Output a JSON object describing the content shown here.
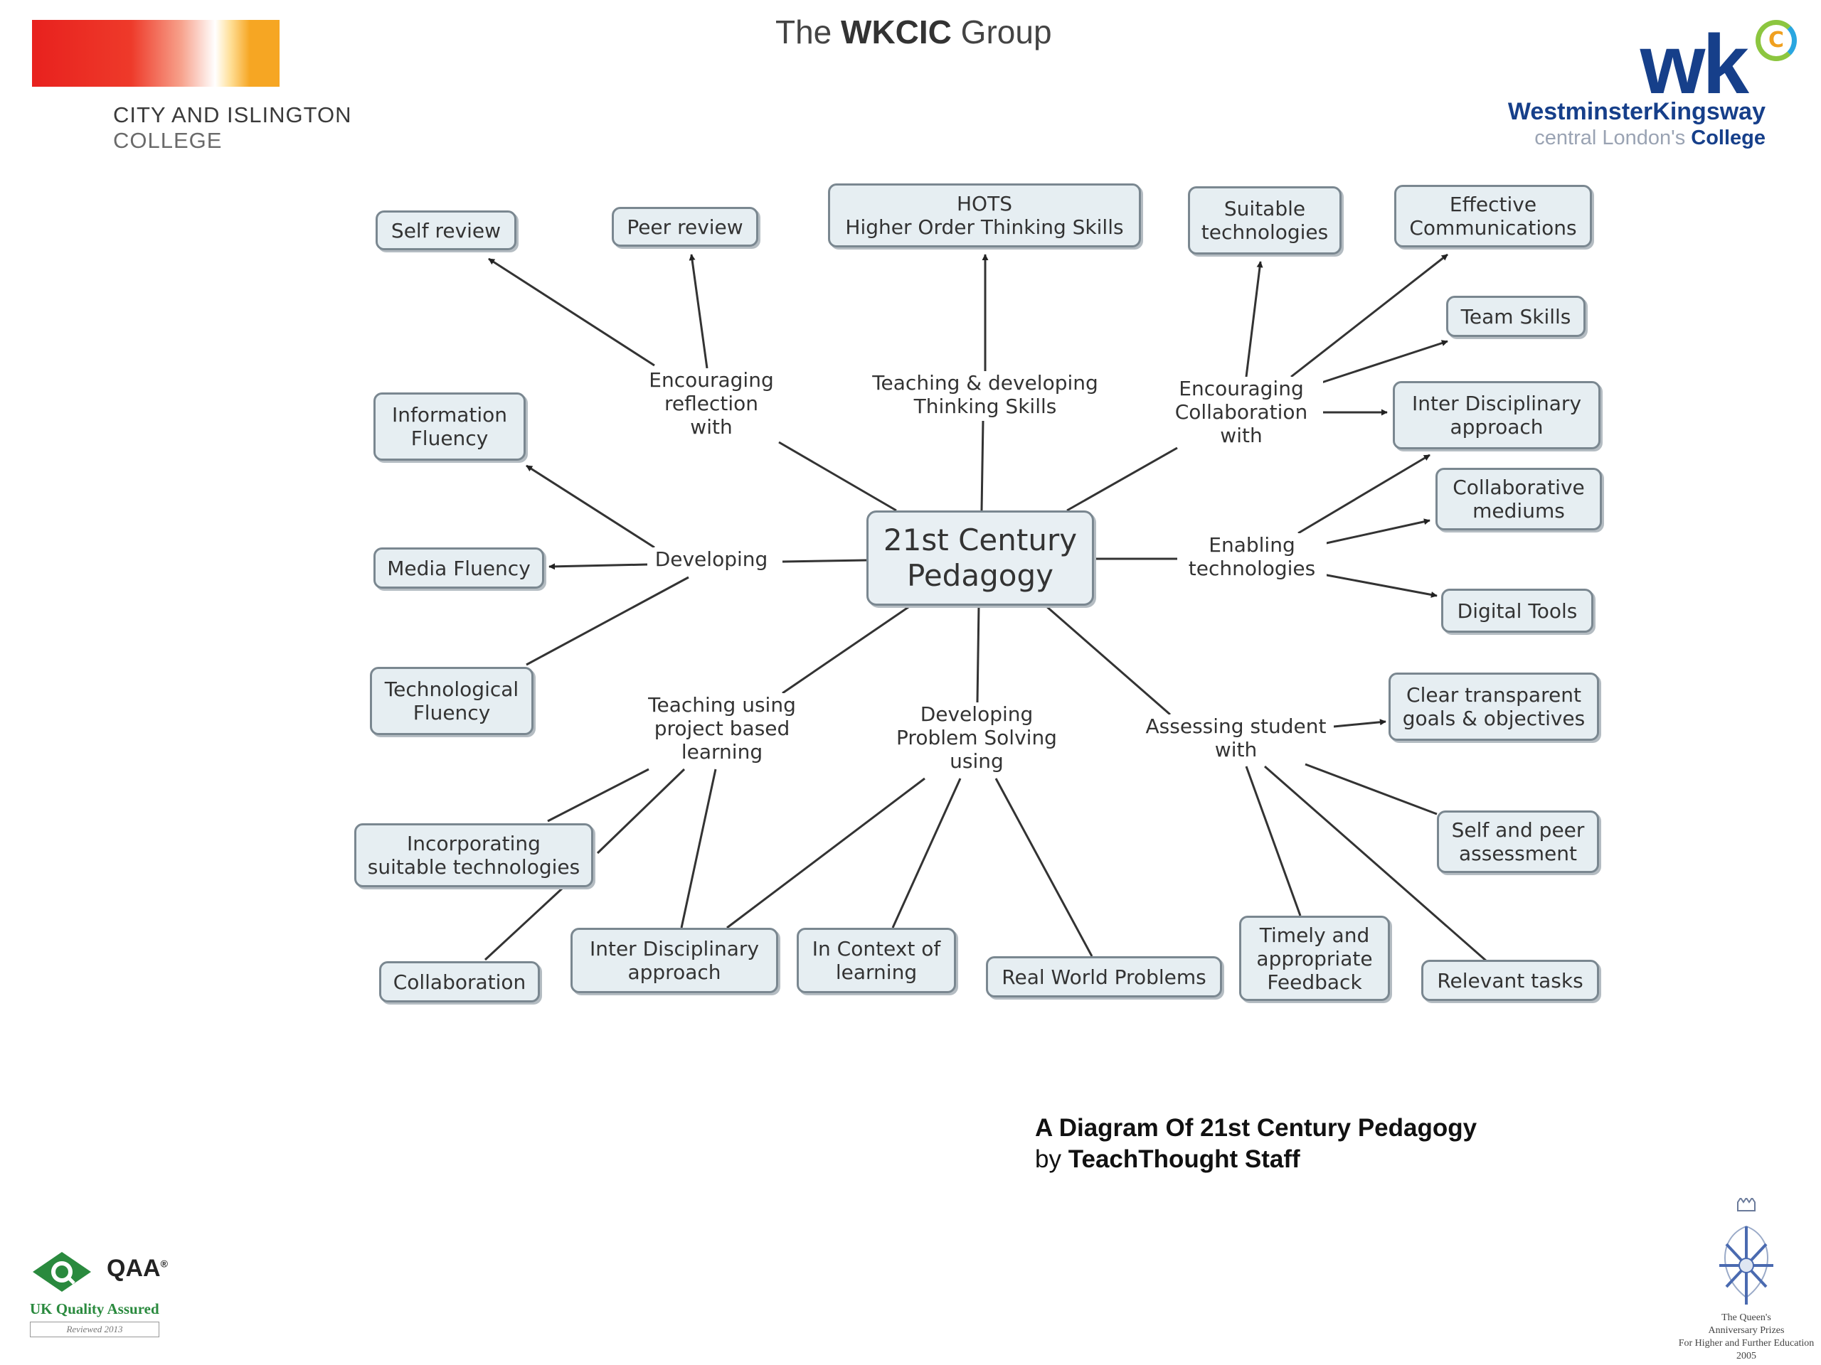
{
  "header": {
    "left_logo": {
      "line1": "CITY AND ISLINGTON",
      "line2": "COLLEGE"
    },
    "group_title": {
      "prefix": "The ",
      "bold": "WKCIC",
      "suffix": " Group"
    },
    "right_logo": {
      "mark": "wk",
      "mark_c": "C",
      "name": "WestminsterKingsway",
      "tagline_prefix": "central London's ",
      "tagline_bold": "College"
    }
  },
  "diagram": {
    "center": "21st Century\nPedagogy",
    "links": {
      "reflection": "Encouraging\nreflection\nwith",
      "thinking": "Teaching & developing\nThinking Skills",
      "collaboration": "Encouraging\nCollaboration\nwith",
      "developing": "Developing",
      "enabling": "Enabling\ntechnologies",
      "project": "Teaching using\nproject based\nlearning",
      "problem": "Developing\nProblem Solving\nusing",
      "assessing": "Assessing student\nwith"
    },
    "nodes": {
      "self_review": "Self review",
      "peer_review": "Peer review",
      "hots": "HOTS\nHigher Order Thinking Skills",
      "suitable_tech": "Suitable\ntechnologies",
      "effective_comm": "Effective\nCommunications",
      "team_skills": "Team Skills",
      "inter_disc_top": "Inter Disciplinary\napproach",
      "collab_mediums": "Collaborative\nmediums",
      "digital_tools": "Digital Tools",
      "info_fluency": "Information\nFluency",
      "media_fluency": "Media Fluency",
      "tech_fluency": "Technological\nFluency",
      "incorporating": "Incorporating\nsuitable technologies",
      "collaboration": "Collaboration",
      "inter_disc_bottom": "Inter Disciplinary\napproach",
      "in_context": "In Context of\nlearning",
      "real_world": "Real World Problems",
      "timely_feedback": "Timely and\nappropriate\nFeedback",
      "relevant_tasks": "Relevant tasks",
      "self_peer": "Self and peer\nassessment",
      "clear_goals": "Clear transparent\ngoals & objectives"
    }
  },
  "caption": {
    "title": "A Diagram Of 21st Century Pedagogy",
    "by": "by ",
    "author": "TeachThought Staff"
  },
  "footer": {
    "qaa": {
      "name": "QAA",
      "reg": "®",
      "tag": "UK Quality Assured",
      "reviewed": "Reviewed 2013"
    },
    "queens": {
      "text": "The Queen's\nAnniversary Prizes\nFor Higher and Further Education\n2005"
    }
  },
  "colors": {
    "node_fill": "#e6eef2",
    "node_border": "#7a8790",
    "line": "#333333",
    "wk_blue": "#163f8a",
    "qaa_green": "#2a8a3e"
  }
}
